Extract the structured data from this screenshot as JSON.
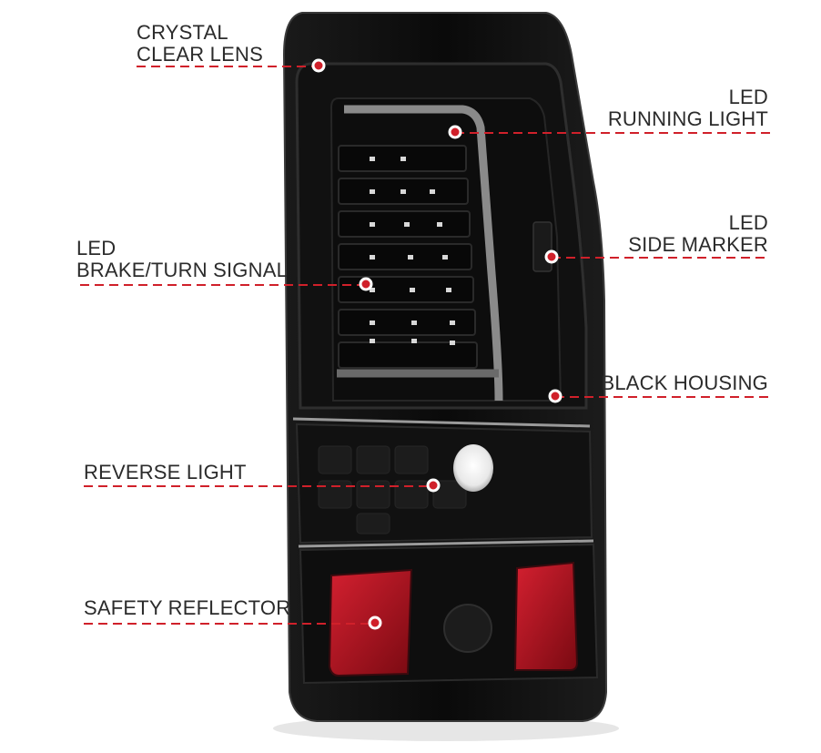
{
  "callouts": {
    "crystal_lens": {
      "lines": [
        "CRYSTAL",
        "CLEAR LENS"
      ]
    },
    "running_light": {
      "lines": [
        "LED",
        "RUNNING LIGHT"
      ]
    },
    "brake_turn": {
      "lines": [
        "LED",
        "BRAKE/TURN SIGNAL"
      ]
    },
    "side_marker": {
      "lines": [
        "LED",
        "SIDE MARKER"
      ]
    },
    "black_housing": {
      "lines": [
        "BLACK HOUSING"
      ]
    },
    "reverse_light": {
      "lines": [
        "REVERSE LIGHT"
      ]
    },
    "safety_reflector": {
      "lines": [
        "SAFETY REFLECTOR"
      ]
    }
  },
  "colors": {
    "accent_red": "#d0202a",
    "housing": "#0c0c0c",
    "reflector": "#b8141e"
  }
}
